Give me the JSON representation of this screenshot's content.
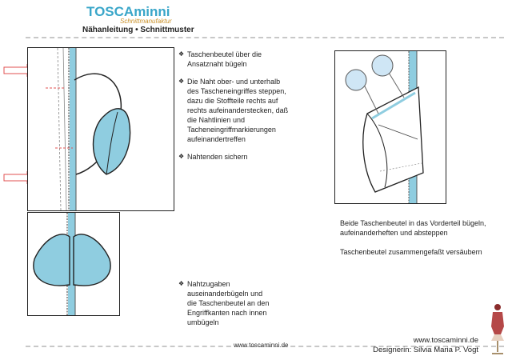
{
  "header": {
    "brand": "TOSCAminni",
    "tagline": "Schnittmanufaktur",
    "subtitle": "Nähanleitung • Schnittmuster"
  },
  "instructions_top": [
    "Taschenbeutel über die Ansatznaht bügeln",
    "Die Naht ober- und unterhalb des Tascheneingriffes steppen, dazu die Stoffteile rechts auf rechts aufeinanderstecken, daß die Nahtlinien und Tacheneingriffmarkierungen aufeinandertreffen",
    "Nahtenden sichern"
  ],
  "instructions_bottom": [
    "Nahtzugaben auseinanderbügeln und die Taschenbeutel an den Engriffkanten nach innen umbügeln"
  ],
  "caption_right": {
    "line1": "Beide Taschenbeutel in das Vorderteil bügeln, aufeinanderheften und absteppen",
    "line2": "Taschenbeutel zusammengefaßt versäubern"
  },
  "footer": {
    "web_center": "www.toscaminni.de",
    "web_right": "www.toscaminni.de",
    "designer": "Designerin: Silvia Maria P. Vogt"
  },
  "colors": {
    "brand": "#3aa6c9",
    "fabric": "#8fcde0",
    "arrow": "#e05050",
    "tagline": "#c9902a"
  }
}
